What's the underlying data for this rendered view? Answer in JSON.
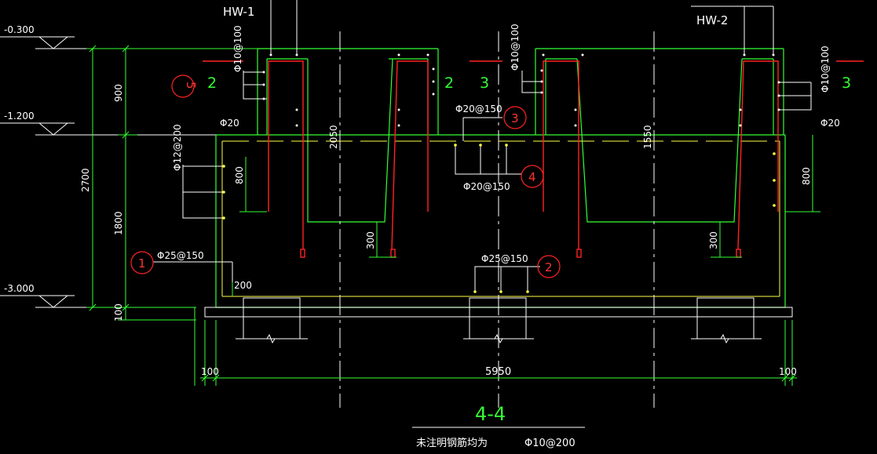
{
  "colors": {
    "background": "#000000",
    "green": "#33ff33",
    "red": "#ff2222",
    "white": "#ffffff",
    "yellow": "#ffff44"
  },
  "labels": {
    "hw1": "HW-1",
    "hw2": "HW-2",
    "elev_top": "-0.300",
    "elev_mid": "-1.200",
    "elev_bot": "-3.000",
    "dim_900": "900",
    "dim_2700": "2700",
    "dim_1800": "1800",
    "dim_100_left": "100",
    "dim_800_left": "800",
    "dim_2050": "2050",
    "dim_1550": "1550",
    "dim_800_right": "800",
    "dim_300_left": "300",
    "dim_300_right": "300",
    "dim_200": "200",
    "dim_100_bl": "100",
    "dim_5950": "5950",
    "dim_100_br": "100",
    "phi10_100_a": "Φ10@100",
    "phi10_100_b": "Φ10@100",
    "phi10_100_c": "Φ10@100",
    "phi12_200": "Φ12@200",
    "phi20_left": "Φ20",
    "phi20_right": "Φ20",
    "phi20_150_top": "Φ20@150",
    "phi20_150_bot": "Φ20@150",
    "phi25_150_left": "Φ25@150",
    "phi25_150_right": "Φ25@150",
    "num_2_left": "2",
    "num_2_mid": "2",
    "num_3_mid": "3",
    "num_3_right": "3",
    "circle_1": "1",
    "circle_2": "2",
    "circle_3": "3",
    "circle_4": "4",
    "circle_5": "5",
    "section_title": "4-4",
    "note_text": "未注明钢筋均为",
    "note_value": "Φ10@200"
  }
}
